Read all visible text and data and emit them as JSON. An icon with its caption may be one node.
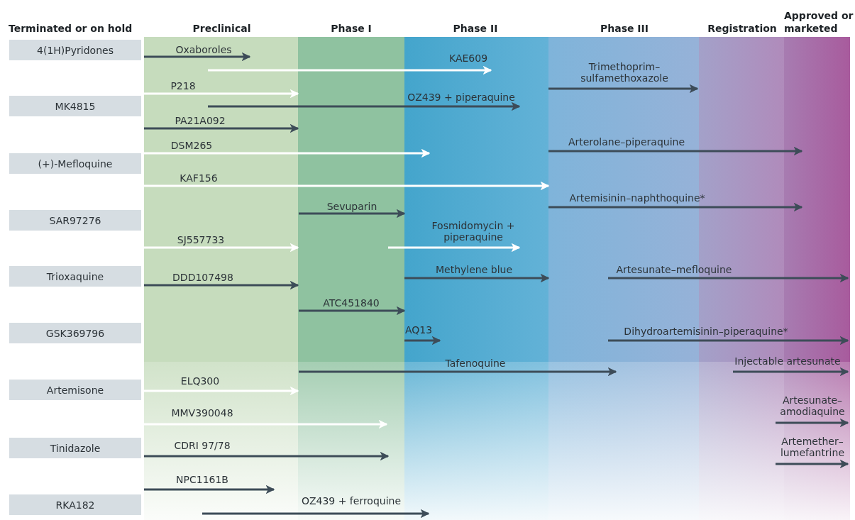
{
  "diagram": {
    "nodes": [
      {
        "text": [
          "4(1H)Pyridones"
        ]
      },
      {
        "text": [
          "MK4815"
        ]
      },
      {
        "text": [
          "(+)-Mefloquine"
        ]
      },
      {
        "text": [
          "SAR97276"
        ]
      },
      {
        "text": [
          "Trioxaquine"
        ]
      },
      {
        "text": [
          "GSK369796"
        ]
      },
      {
        "text": [
          "Artemisone"
        ]
      },
      {
        "text": [
          "Tinidazole"
        ]
      },
      {
        "text": [
          "RKA182"
        ]
      }
    ],
    "labels": [
      "Approved or marketed",
      "Terminated or on hold",
      "Preclinical",
      "Phase I",
      "Phase II",
      "Phase III",
      "Registration",
      "Oxaboroles",
      "KAE609",
      "Trimethoprim–sulfamethoxazole",
      "P218",
      "OZ439 + piperaquine",
      "PA21A092",
      "DSM265",
      "Arterolane–piperaquine",
      "KAF156",
      "Artemisinin–naphthoquine*",
      "Sevuparin",
      "SJ557733",
      "Fosmidomycin + piperaquine",
      "Methylene blue",
      "Artesunate–mefloquine",
      "DDD107498",
      "ATC451840",
      "AQ13",
      "Dihydroartemisinin–piperaquine*",
      "Tafenoquine",
      "Injectable artesunate",
      "ELQ300",
      "Artesunate–amodiaquine",
      "MMV390048",
      "CDRI 97/78",
      "Artemether–lumefantrine",
      "NPC1161B",
      "OZ439 + ferroquine"
    ]
  }
}
